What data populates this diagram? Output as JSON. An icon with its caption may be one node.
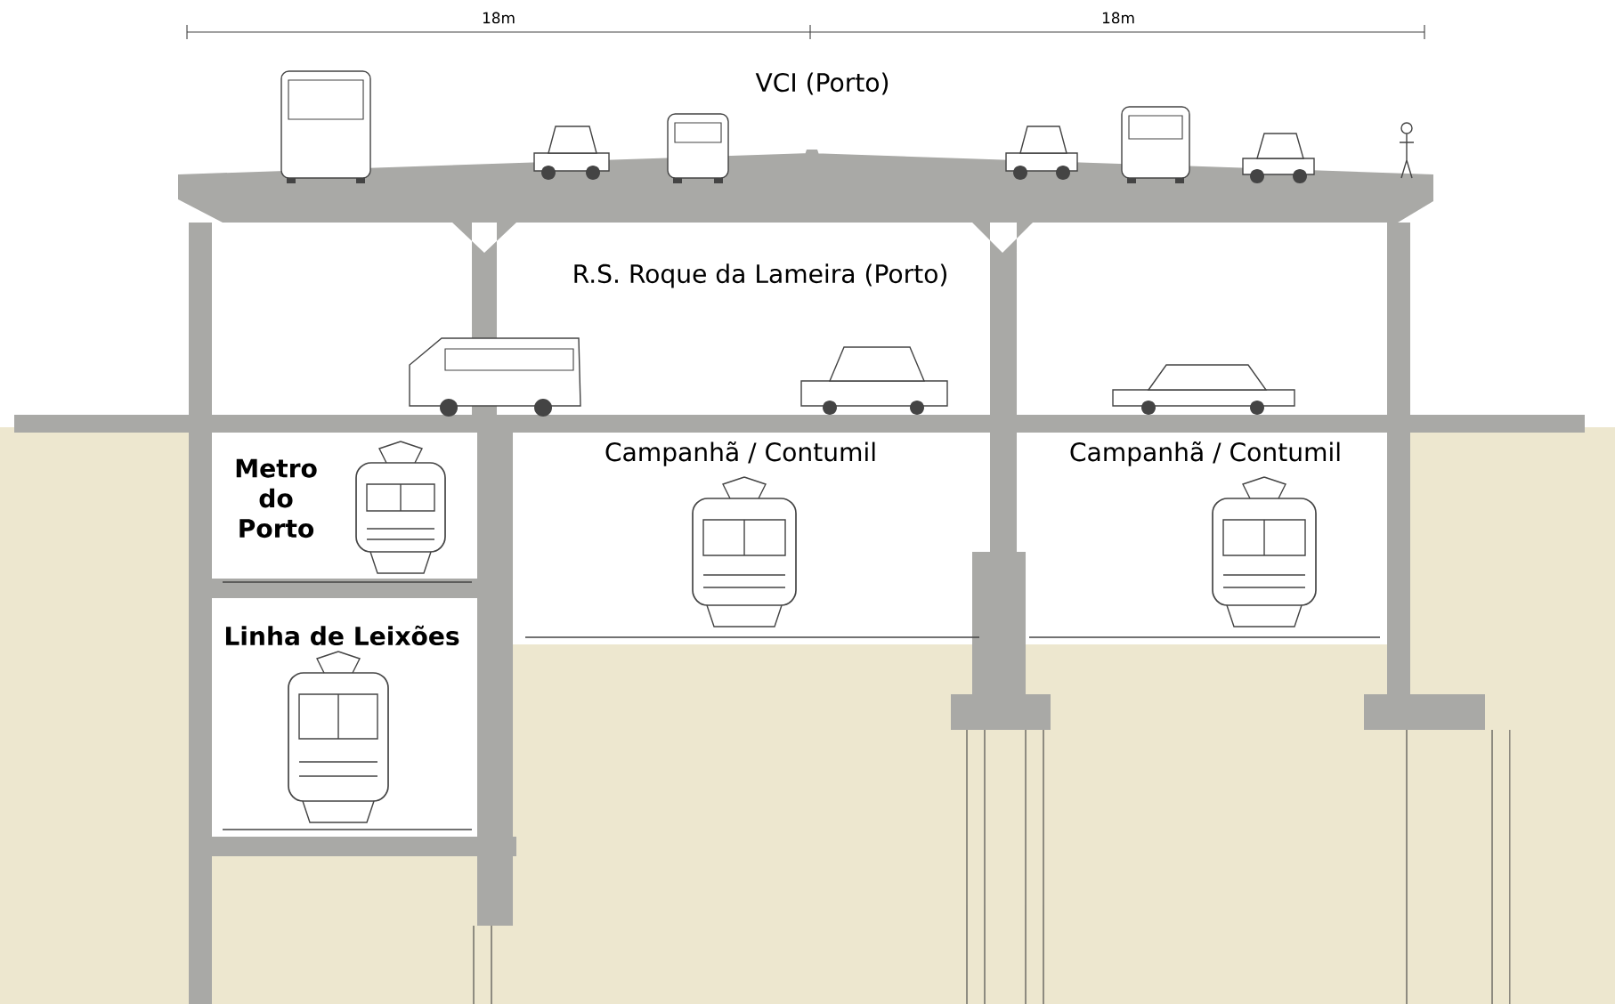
{
  "diagram": {
    "labels": [
      "18m",
      "18m",
      "VCI (Porto)",
      "R.S. Roque da Lameira (Porto)",
      "Metro do Porto",
      "Campanhã / Contumil",
      "Campanhã / Contumil",
      "Linha de Leixões"
    ]
  }
}
